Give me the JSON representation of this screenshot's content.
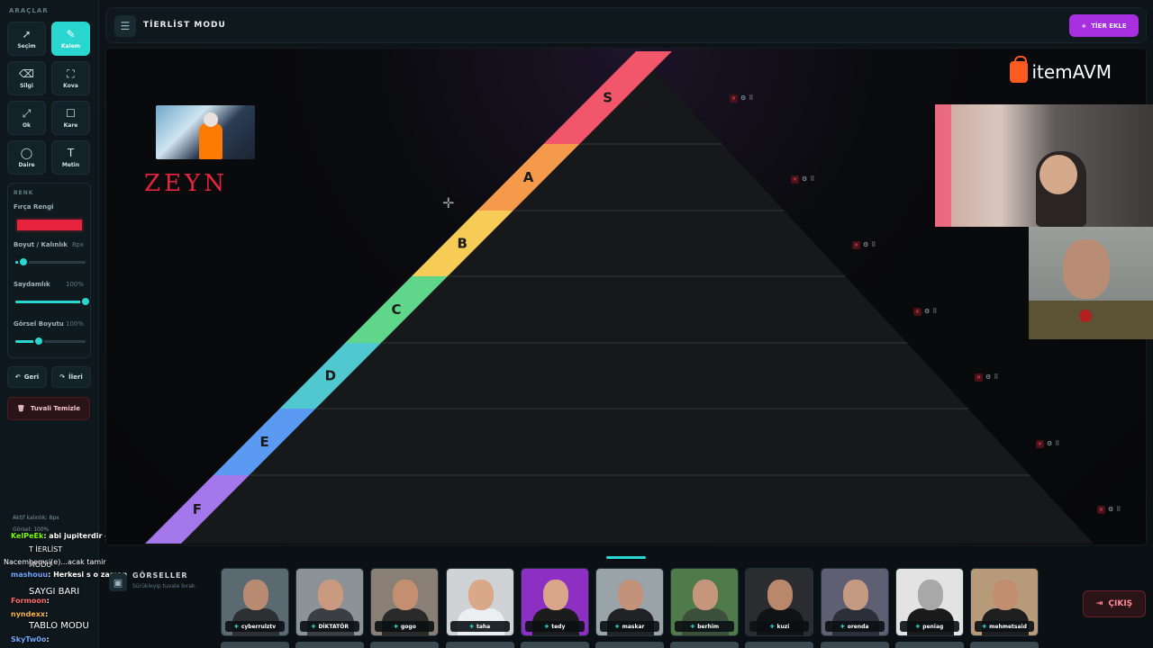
{
  "sidebar": {
    "section_title": "ARAÇLAR",
    "tools": [
      {
        "icon": "cursor-icon",
        "glyph": "➚",
        "label": "Seçim"
      },
      {
        "icon": "pencil-icon",
        "glyph": "✎",
        "label": "Kalem",
        "active": true
      },
      {
        "icon": "eraser-icon",
        "glyph": "⌫",
        "label": "Silgi"
      },
      {
        "icon": "bucket-icon",
        "glyph": "⛶",
        "label": "Kova"
      },
      {
        "icon": "arrow-icon",
        "glyph": "⤢",
        "label": "Ok"
      },
      {
        "icon": "square-icon",
        "glyph": "☐",
        "label": "Kare"
      },
      {
        "icon": "circle-icon",
        "glyph": "◯",
        "label": "Daire"
      },
      {
        "icon": "text-icon",
        "glyph": "T",
        "label": "Metin"
      }
    ],
    "color_section": "RENK",
    "brush_color_label": "Fırça Rengi",
    "brush_color": "#e8233f",
    "size_label": "Boyut / Kalınlık",
    "size_value": "8px",
    "size_level": 0.12,
    "opacity_label": "Saydamlık",
    "opacity_value": "100%",
    "opacity_level": 1.0,
    "image_size_label": "Görsel Boyutu",
    "image_size_value": "100%",
    "image_size_level": 0.33,
    "undo_label": "Geri",
    "redo_label": "İleri",
    "clear_label": "Tuvali Temizle",
    "info_thickness": "Aktif kalınlık: 8px",
    "info_image": "Görsel: 100%"
  },
  "chat": [
    {
      "user": "KelPeEk",
      "text": ": abi jupiterdir o",
      "color": "#7CFC00"
    },
    {
      "user": "",
      "text": "T  İERLİST",
      "color": "#ffffff"
    },
    {
      "user": "",
      "text": "MODU",
      "color": "#ffffff"
    },
    {
      "user": "",
      "text": "Nacemhemsi(e)...acak tamir",
      "color": "#ffffff"
    },
    {
      "user": "mashouu",
      "text": ": Herkesi s o zaman",
      "color": "#6fa8ff"
    },
    {
      "user": "",
      "text": "SAYGI BARI",
      "color": "#ffffff"
    },
    {
      "user": "Formoon",
      "text": ":",
      "color": "#ff6a6a"
    },
    {
      "user": "nyndexx",
      "text": ":",
      "color": "#ffb347"
    },
    {
      "user": "",
      "text": "TABLO MODU",
      "color": "#ffffff"
    },
    {
      "user": "SkyTw0o",
      "text": ":",
      "color": "#6fa8ff"
    }
  ],
  "header": {
    "title": "TİERLİST MODU",
    "add_tier_label": "TİER EKLE"
  },
  "canvas": {
    "brand_text": "itemAVM",
    "handwriting": "ZEYN",
    "tiers": [
      {
        "label": "S",
        "color": "#f2566b"
      },
      {
        "label": "A",
        "color": "#f59a4a"
      },
      {
        "label": "B",
        "color": "#f6cc57"
      },
      {
        "label": "C",
        "color": "#5fd68a"
      },
      {
        "label": "D",
        "color": "#4fc9cf"
      },
      {
        "label": "E",
        "color": "#5b9af2"
      },
      {
        "label": "F",
        "color": "#a477ea"
      }
    ]
  },
  "gallery": {
    "title": "GÖRSELLER",
    "subtitle": "Sürükleyip tuvale bırak.",
    "items": [
      {
        "name": "cyberrulztv",
        "bg": "#5a6a70",
        "skin": "#b88a72",
        "shirt": "#2d2f33"
      },
      {
        "name": "DİKTATÖR",
        "bg": "#8c9396",
        "skin": "#c99a80",
        "shirt": "#3b3e42"
      },
      {
        "name": "gogo",
        "bg": "#8a7f74",
        "skin": "#c48f70",
        "shirt": "#2a2a2a"
      },
      {
        "name": "taha",
        "bg": "#cfd3d6",
        "skin": "#d8a888",
        "shirt": "#eceff1"
      },
      {
        "name": "tedy",
        "bg": "#8d2fc2",
        "skin": "#d9a68c",
        "shirt": "#1c1c1c"
      },
      {
        "name": "maskar",
        "bg": "#9aa3a8",
        "skin": "#c2927a",
        "shirt": "#202226"
      },
      {
        "name": "berhim",
        "bg": "#4f7b4a",
        "skin": "#c6967c",
        "shirt": "#3c4f3a"
      },
      {
        "name": "kuzi",
        "bg": "#2a2c30",
        "skin": "#b8876c",
        "shirt": "#111214"
      },
      {
        "name": "orenda",
        "bg": "#5e5f73",
        "skin": "#c49a82",
        "shirt": "#2c2e3a"
      },
      {
        "name": "peniag",
        "bg": "#e3e3e3",
        "skin": "#a8a8a8",
        "shirt": "#1a1a1a"
      },
      {
        "name": "mehmetsaid",
        "bg": "#b79a7a",
        "skin": "#c28e70",
        "shirt": "#1e1e1e"
      }
    ],
    "exit_label": "ÇIKIŞ"
  }
}
